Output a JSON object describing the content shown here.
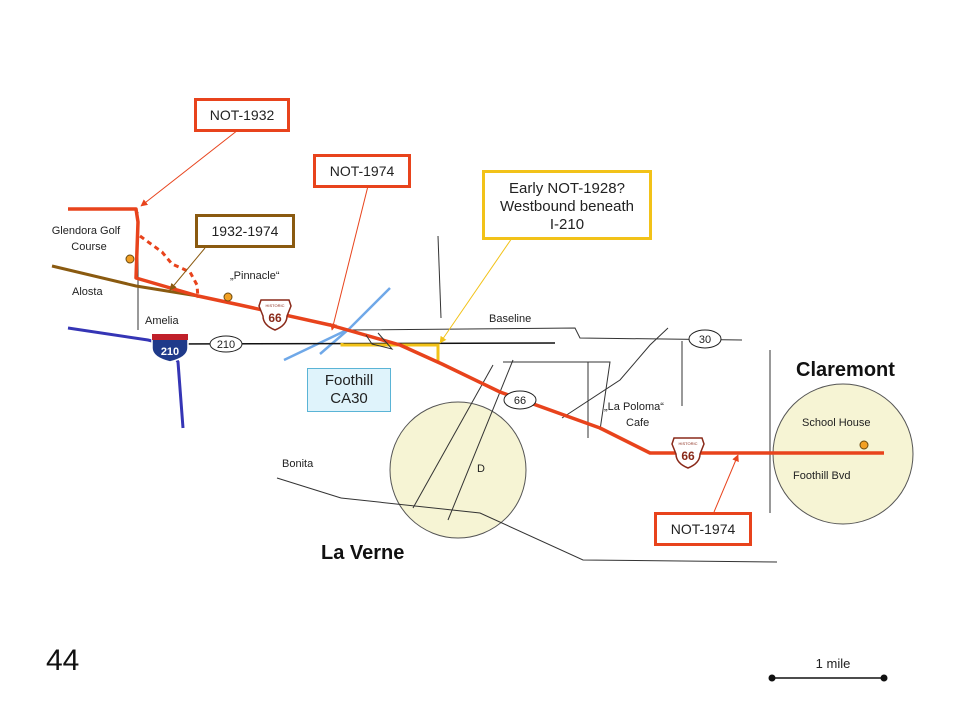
{
  "callouts": {
    "not_1932": "NOT-1932",
    "not_1974_top": "NOT-1974",
    "range_1932_1974": "1932-1974",
    "early_line1": "Early NOT-1928?",
    "early_line2": "Westbound beneath",
    "early_line3": "I-210",
    "foothill_line1": "Foothill",
    "foothill_line2": "CA30",
    "not_1974_bottom": "NOT-1974"
  },
  "labels": {
    "glendora_line1": "Glendora Golf",
    "glendora_line2": "Course",
    "alosta": "Alosta",
    "pinnacle": "„Pinnacle“",
    "amelia": "Amelia",
    "baseline": "Baseline",
    "la_paloma_line1": "„La Poloma“",
    "la_paloma_line2": "Cafe",
    "school_house": "School House",
    "foothill_bvd": "Foothill Bvd",
    "bonita": "Bonita",
    "d": "D"
  },
  "cities": {
    "claremont": "Claremont",
    "la_verne": "La Verne"
  },
  "route_badges": {
    "r210": "210",
    "r30": "30",
    "r66": "66",
    "interstate": "210",
    "us66_shield_1": "66",
    "us66_shield_2": "66",
    "historic": "HISTORIC"
  },
  "scale_bar": "1 mile",
  "slide_number": "44",
  "colors": {
    "route66": "#e8431c",
    "route_1932_1974": "#8a5a10",
    "early_1928": "#f2c218",
    "interstate_210": "#3535b5",
    "foothill_ca30": "#6fa8e8",
    "poi": "#f2a024",
    "circle_fill": "#f6f4d4"
  }
}
